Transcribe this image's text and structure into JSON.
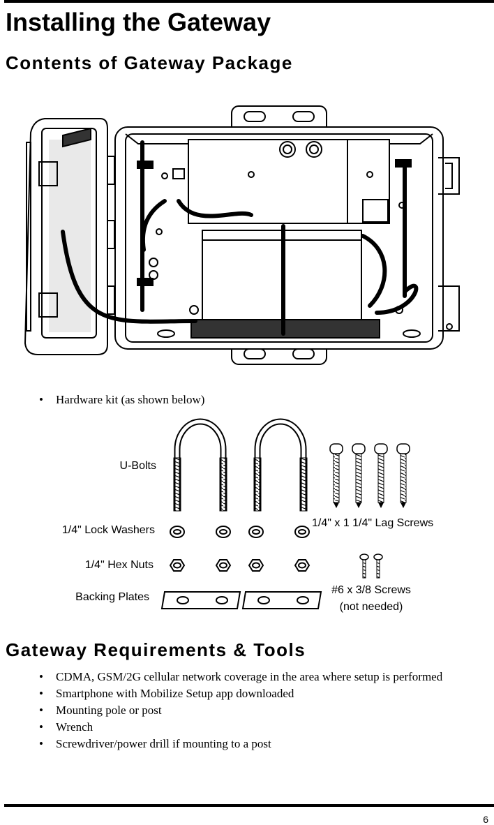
{
  "page": {
    "title": "Installing the Gateway",
    "section1": "Contents of Gateway Package",
    "section2": "Gateway Requirements & Tools",
    "page_number": "6"
  },
  "package_items": [
    "Hardware kit (as shown below)"
  ],
  "hardware_labels": {
    "ubolts": "U-Bolts",
    "lock_washers": "1/4\" Lock Washers",
    "hex_nuts": "1/4\" Hex Nuts",
    "backing_plates": "Backing Plates",
    "lag_screws": "1/4\" x 1 1/4\" Lag Screws",
    "screws_line1": "#6  x 3/8 Screws",
    "screws_line2": "(not needed)"
  },
  "requirements": [
    "CDMA, GSM/2G cellular network coverage in the area where setup is performed",
    "Smartphone with Mobilize Setup app downloaded",
    "Mounting pole or post",
    "Wrench",
    "Screwdriver/power drill if mounting to a post"
  ]
}
